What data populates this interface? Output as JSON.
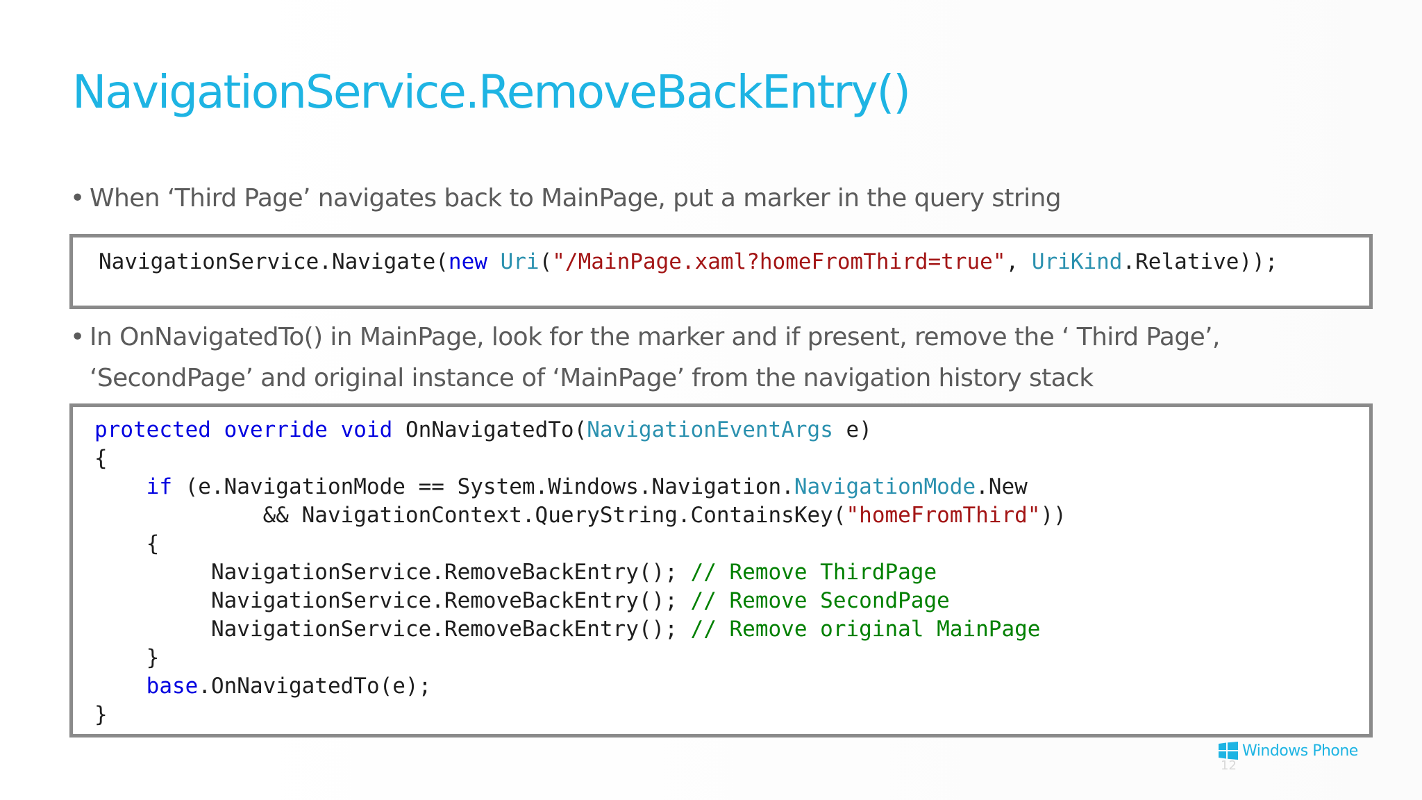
{
  "slide": {
    "title": "NavigationService.RemoveBackEntry()",
    "bullets": [
      {
        "marker": "•",
        "lines": [
          "When ‘Third Page’ navigates back to MainPage, put a marker in the query string"
        ]
      },
      {
        "marker": "•",
        "lines": [
          "In OnNavigatedTo() in MainPage, look for the marker and if present, remove the ‘ Third Page’,",
          "‘SecondPage’ and original instance of ‘MainPage’ from the navigation history stack"
        ]
      }
    ],
    "code_block_1": {
      "line_1": {
        "t1": "NavigationService.Navigate(",
        "t2": "new",
        "t3": " ",
        "t4": "Uri",
        "t5": "(",
        "t6": "\"/MainPage.xaml?homeFromThird=true\"",
        "t7": ", ",
        "t8": "UriKind",
        "t9": ".Relative));"
      }
    },
    "code_block_2": {
      "lines": [
        {
          "a": "protected",
          "b": " ",
          "c": "override",
          "d": " ",
          "e": "void",
          "f": " OnNavigatedTo(",
          "g": "NavigationEventArgs",
          "h": " e)"
        },
        {
          "a": "{"
        },
        {
          "a": "    ",
          "b": "if",
          "c": " (e.NavigationMode == System.Windows.Navigation.",
          "d": "NavigationMode",
          "e": ".New"
        },
        {
          "a": "             && NavigationContext.QueryString.ContainsKey(",
          "b": "\"homeFromThird\"",
          "c": "))"
        },
        {
          "a": "    {"
        },
        {
          "a": "         NavigationService.RemoveBackEntry(); ",
          "b": "// Remove ThirdPage"
        },
        {
          "a": "         NavigationService.RemoveBackEntry(); ",
          "b": "// Remove SecondPage"
        },
        {
          "a": "         NavigationService.RemoveBackEntry(); ",
          "b": "// Remove original MainPage"
        },
        {
          "a": "    }"
        },
        {
          "a": "    ",
          "b": "base",
          "c": ".OnNavigatedTo(e);"
        },
        {
          "a": "}"
        }
      ]
    },
    "footer": {
      "logo_text": "Windows Phone",
      "logo_icon": "windows-logo-icon",
      "page_number": "12"
    },
    "colors": {
      "title": "#1eb4e3",
      "body_text": "#5b5b5b",
      "code_keyword": "#0000e0",
      "code_type": "#2b91af",
      "code_string": "#a31515",
      "code_comment": "#008000",
      "code_border": "#8a8a8a"
    }
  }
}
